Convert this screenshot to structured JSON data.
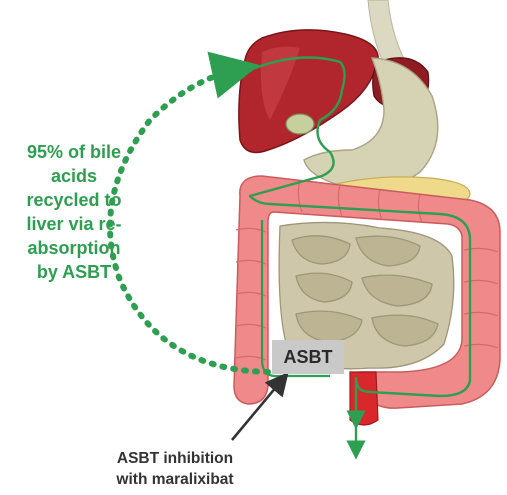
{
  "callout": {
    "lines": [
      "95% of bile",
      "acids",
      "recycled to",
      "liver via re-",
      "absorption",
      "by ASBT"
    ]
  },
  "asbt_label": "ASBT",
  "inhibition": {
    "lines": [
      "ASBT inhibition",
      "with maralixibat"
    ]
  },
  "colors": {
    "pathway": "#2e9e50",
    "liver": "#b0262c",
    "colon": "#f08a8a",
    "small_intestine": "#cfc7a9",
    "stomach": "#d6d2b4",
    "label_box": "#c9c9c9",
    "label_text": "#333333"
  },
  "icons": [
    "dotted-return-arrow",
    "flow-arrow-down",
    "pointer-arrow"
  ]
}
